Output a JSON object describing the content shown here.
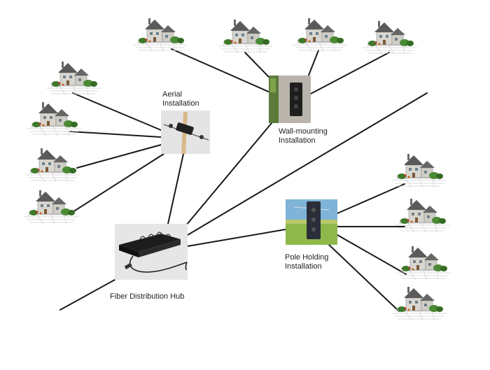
{
  "labels": {
    "aerial": [
      "Aerial",
      "Installation"
    ],
    "wall": [
      "Wall-mounting",
      "Installation"
    ],
    "hub": "Fiber Distribution Hub",
    "pole": [
      "Pole Holding",
      "Installation"
    ]
  },
  "icons": {
    "house": "house-icon",
    "aerial_closure": "aerial-closure-icon",
    "wall_terminal": "wall-terminal-icon",
    "hub_device": "fiber-hub-icon",
    "pole_terminal": "pole-terminal-icon"
  },
  "colors": {
    "line": "#1a1a1a",
    "house_roof": "#5a5a5a",
    "house_wall": "#d8d6cf",
    "lawn": "#3e7a2c"
  }
}
